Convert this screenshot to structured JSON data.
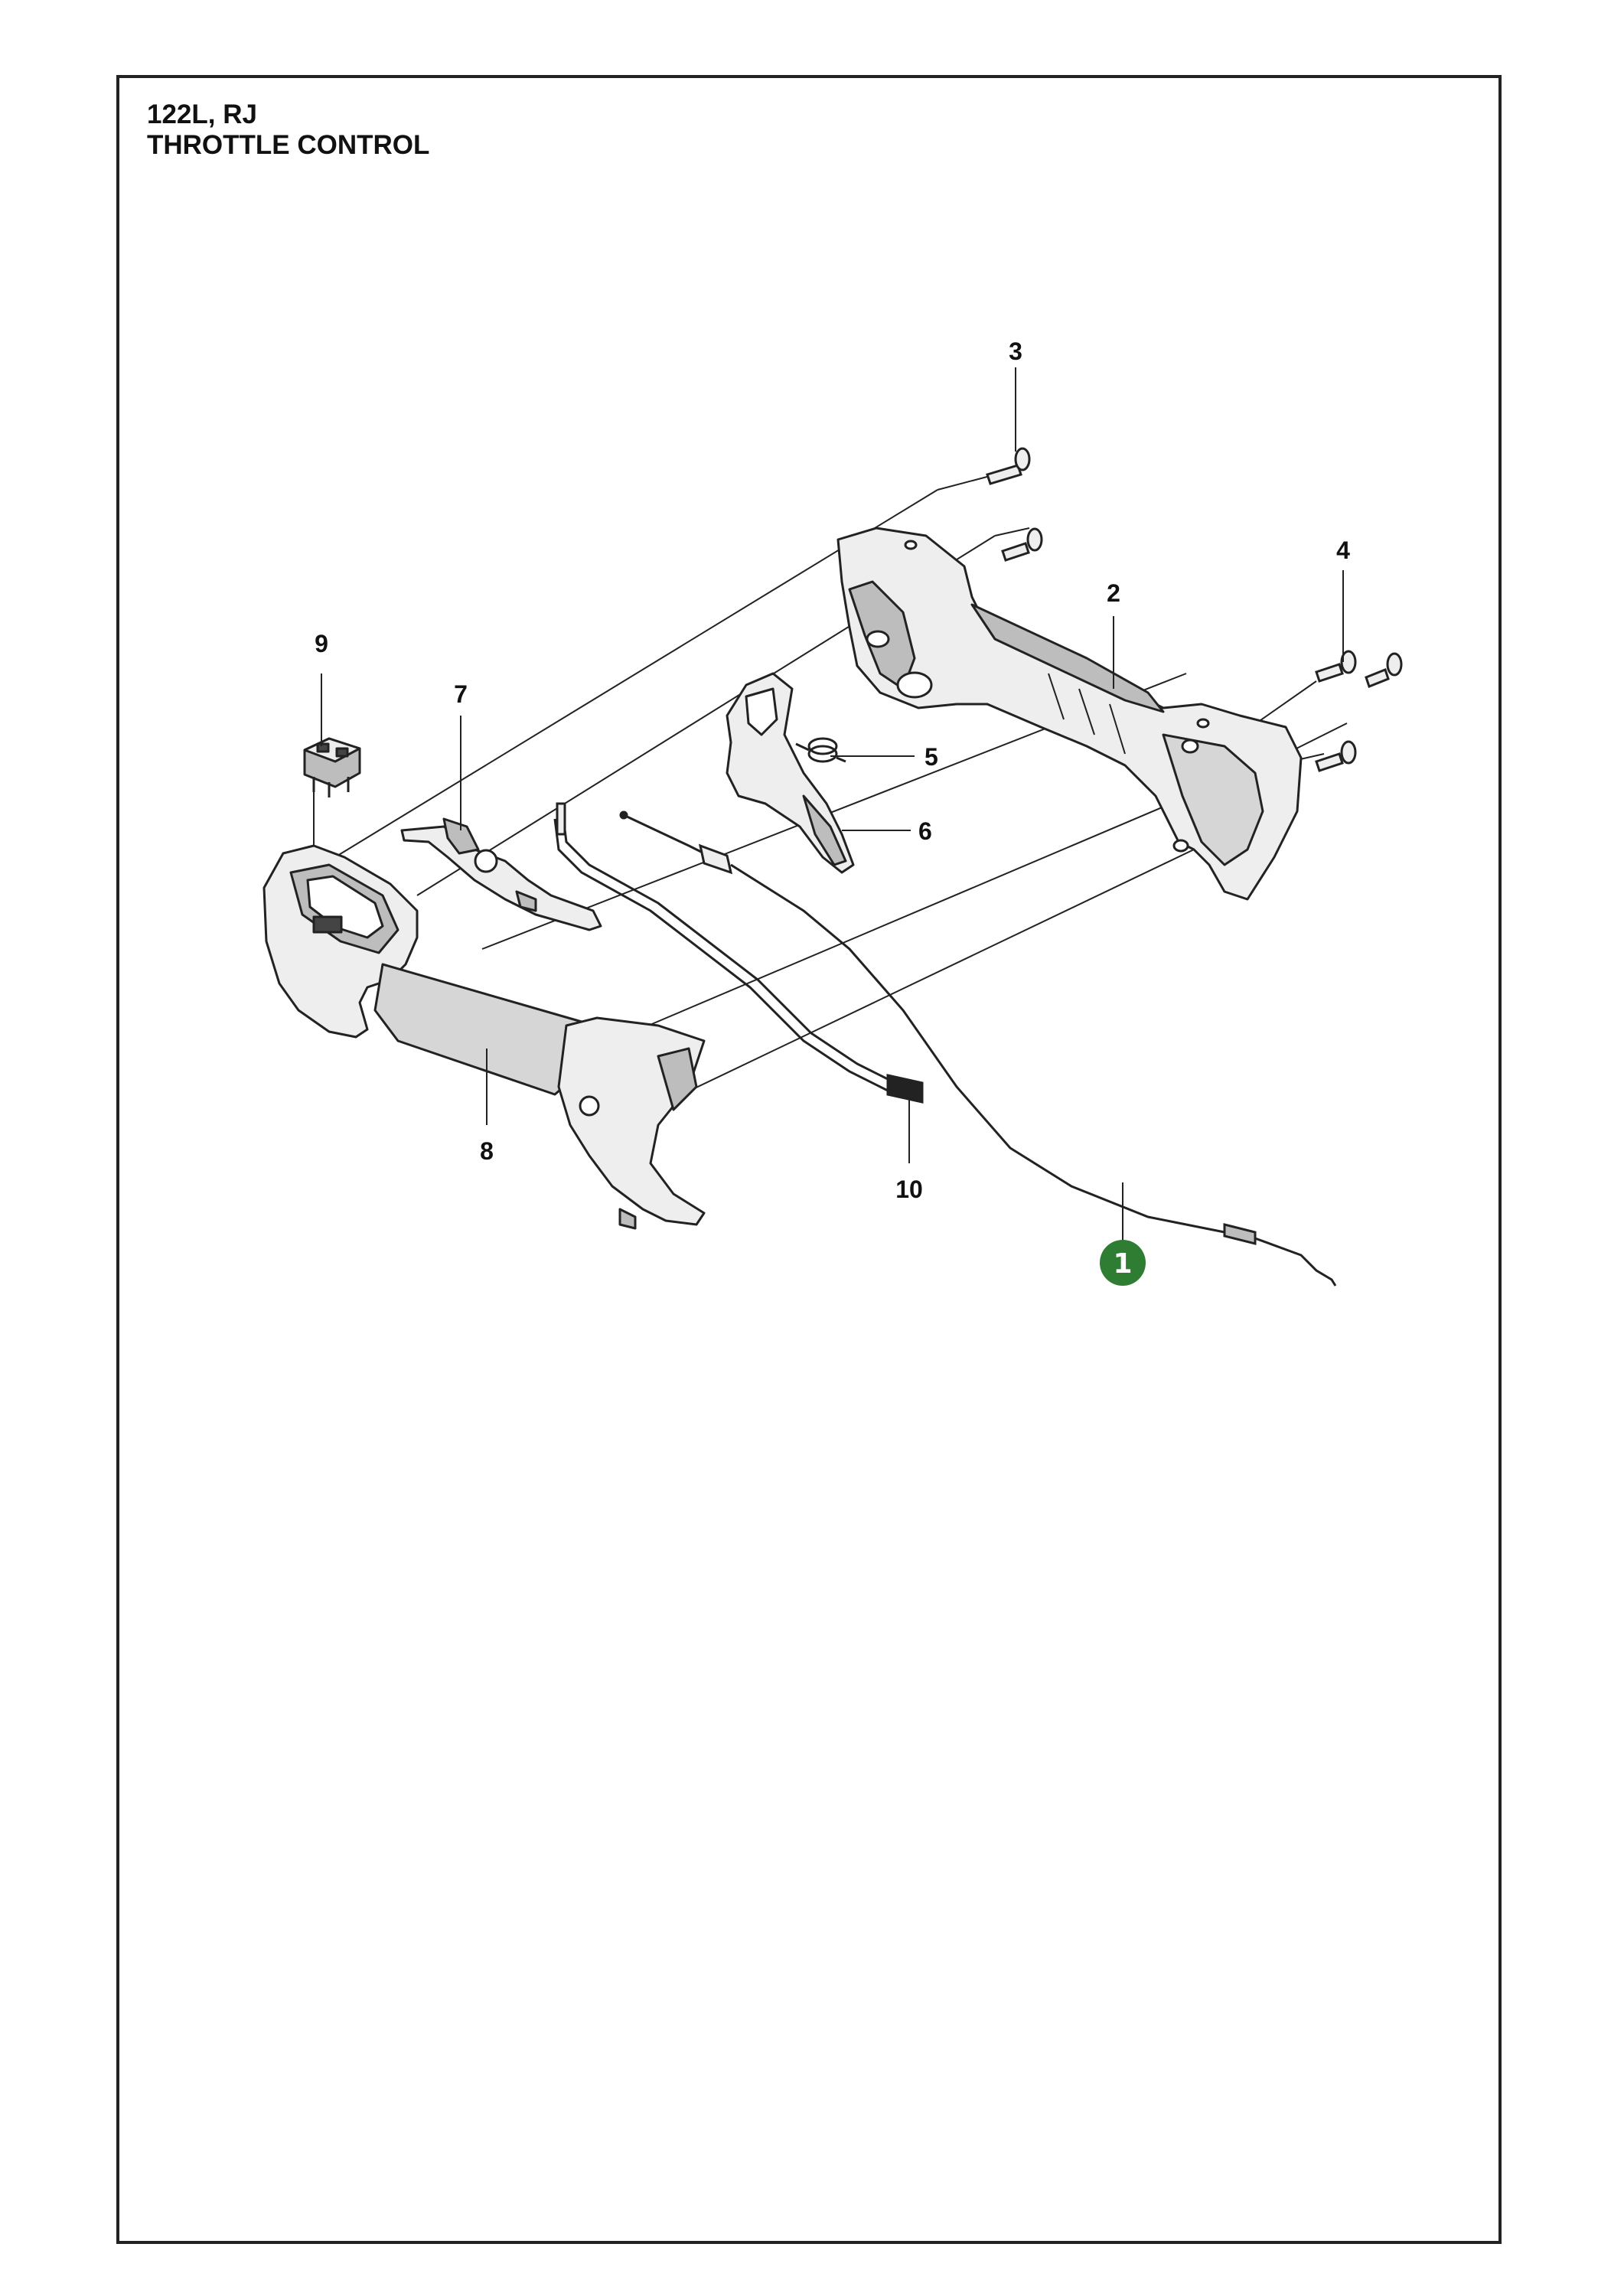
{
  "header": {
    "model": "122L, RJ",
    "section": "THROTTLE CONTROL"
  },
  "callouts": [
    {
      "id": "1",
      "text": "1",
      "highlight": true
    },
    {
      "id": "2",
      "text": "2"
    },
    {
      "id": "3",
      "text": "3"
    },
    {
      "id": "4",
      "text": "4"
    },
    {
      "id": "5",
      "text": "5"
    },
    {
      "id": "6",
      "text": "6"
    },
    {
      "id": "7",
      "text": "7"
    },
    {
      "id": "8",
      "text": "8"
    },
    {
      "id": "9",
      "text": "9"
    },
    {
      "id": "10",
      "text": "10"
    }
  ],
  "colors": {
    "highlight": "#2e7d32",
    "line": "#222222",
    "part_fill": "#eeeeee",
    "part_shade": "#bdbdbd"
  }
}
